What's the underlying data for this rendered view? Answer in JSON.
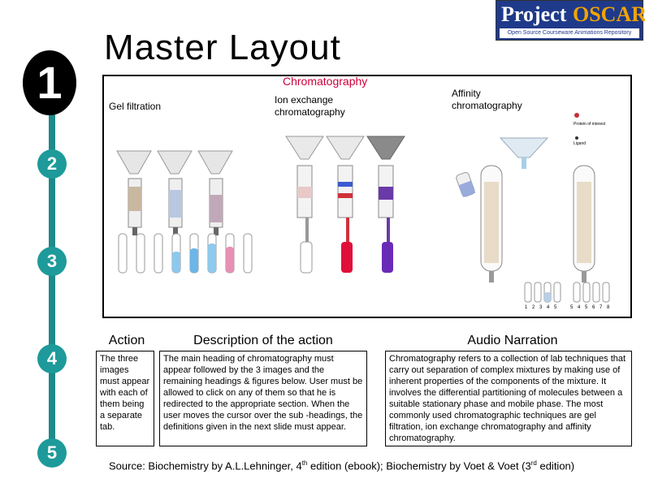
{
  "header": {
    "title": "Master Layout",
    "logo_project": "Project",
    "logo_oscar": "OSCAR",
    "logo_tagline": "Open Source Courseware Animations Repository"
  },
  "steps": [
    "1",
    "2",
    "3",
    "4",
    "5"
  ],
  "canvas": {
    "main_heading": "Chromatography",
    "headings": {
      "gel": "Gel filtration",
      "ion": "Ion exchange chromatography",
      "affinity": "Affinity chromatography"
    },
    "legend": {
      "protein": "Protein of interest",
      "ligand": "Ligand"
    },
    "tube_numbers_a": [
      "1",
      "2",
      "3",
      "4",
      "5"
    ],
    "tube_numbers_b": [
      "5",
      "4",
      "5",
      "6",
      "7",
      "8"
    ]
  },
  "table": {
    "headers": {
      "action": "Action",
      "description": "Description of the action",
      "audio": "Audio Narration"
    },
    "action": "The three images must appear with each of them being a separate tab.",
    "description": "The main heading of chromatography must appear followed by the 3 images and the remaining headings & figures below. User must be allowed to click on any of them so that he is redirected to the appropriate section. When the user moves the cursor over the sub -headings, the definitions given in the next slide must appear.",
    "audio": "Chromatography refers to a collection of lab techniques that carry out separation of complex mixtures by making use of inherent properties of the components of the mixture. It involves the differential partitioning of molecules between a suitable stationary phase and mobile phase. The most commonly used chromatographic techniques are gel filtration, ion exchange chromatography and affinity chromatography."
  },
  "footer": {
    "source_pre": "Source: Biochemistry by A.L.Lehninger, 4",
    "source_sup1": "th",
    "source_mid": " edition (ebook); Biochemistry by Voet & Voet (3",
    "source_sup2": "rd",
    "source_post": " edition)"
  },
  "colors": {
    "rail": "#1e8a8a",
    "step": "#1e9a9a",
    "heading_red": "#d0003a",
    "logo_blue": "#1f3a8a",
    "logo_orange": "#f2a400"
  }
}
